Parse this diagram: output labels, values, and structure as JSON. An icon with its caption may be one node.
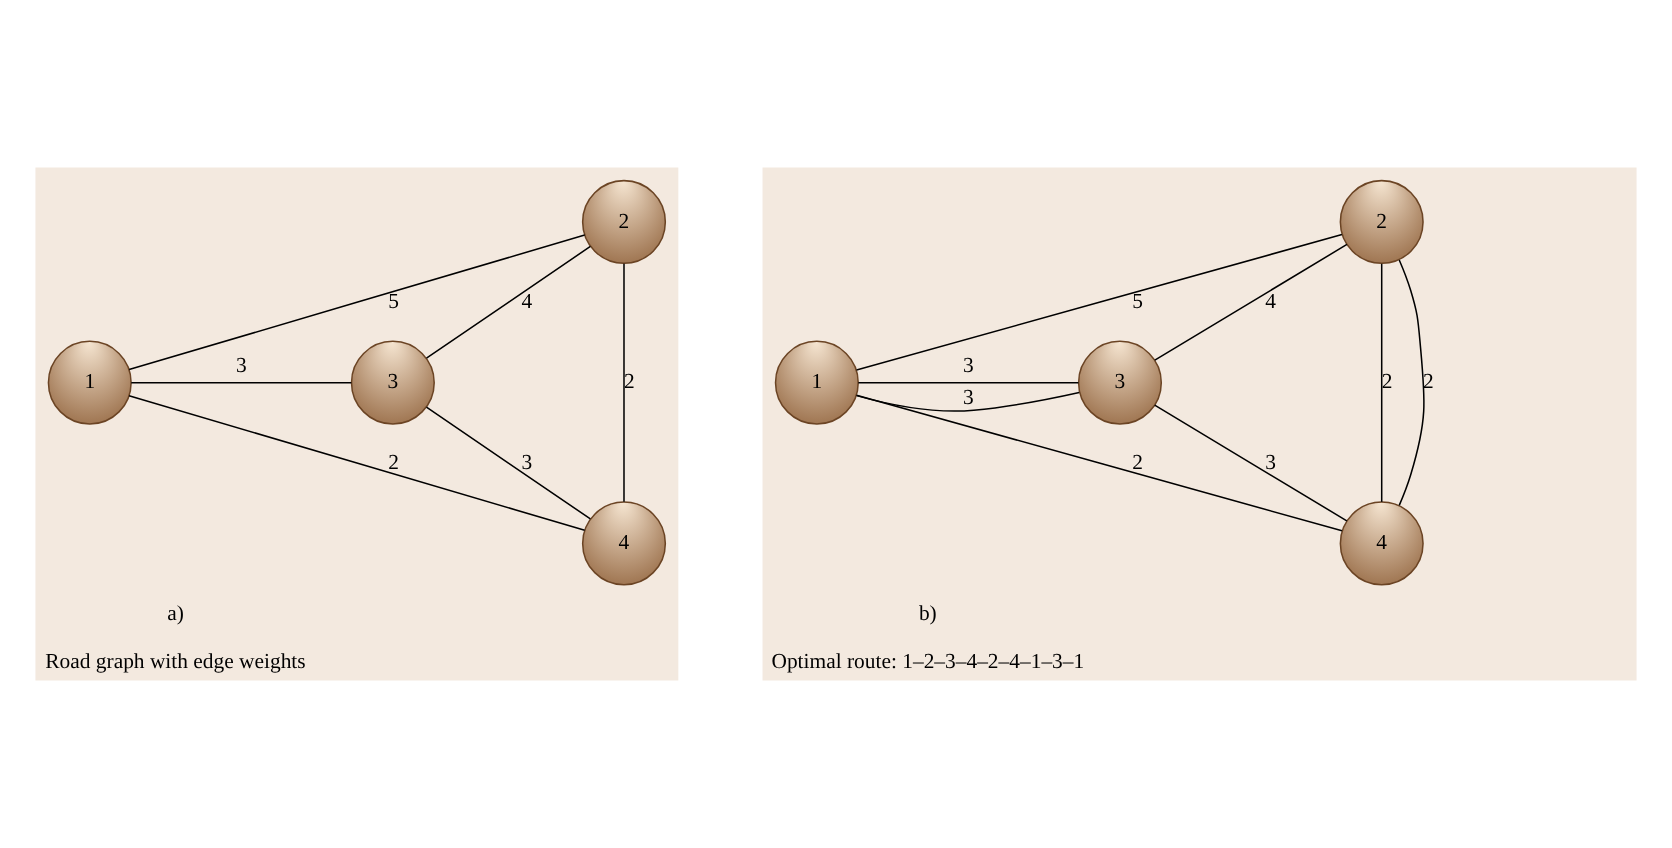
{
  "diagram": {
    "nodes": [
      {
        "text": [
          "a)",
          "Road graph with edge weights"
        ]
      },
      {
        "text": [
          "1"
        ],
        "in": 0
      },
      {
        "text": [
          "2"
        ],
        "in": 0
      },
      {
        "text": [
          "3"
        ],
        "in": 0
      },
      {
        "text": [
          "4"
        ],
        "in": 0
      },
      {
        "text": [
          "b)",
          "Optimal route: 1–2–3–4–2–4–1–3–1"
        ]
      },
      {
        "text": [
          "1"
        ],
        "in": 5
      },
      {
        "text": [
          "2"
        ],
        "in": 5
      },
      {
        "text": [
          "3"
        ],
        "in": 5
      },
      {
        "text": [
          "4"
        ],
        "in": 5
      }
    ],
    "edges": [
      {
        "from": 1,
        "to": 2,
        "arrow": "none",
        "label": "5"
      },
      {
        "from": 2,
        "to": 3,
        "arrow": "none",
        "label": "4"
      },
      {
        "from": 1,
        "to": 3,
        "arrow": "none",
        "label": "3"
      },
      {
        "from": 2,
        "to": 4,
        "arrow": "none",
        "label": "2"
      },
      {
        "from": 1,
        "to": 4,
        "arrow": "none",
        "label": "2"
      },
      {
        "from": 4,
        "to": 3,
        "arrow": "none",
        "label": "3"
      },
      {
        "from": 6,
        "to": 7,
        "arrow": "none",
        "label": "5"
      },
      {
        "from": 7,
        "to": 8,
        "arrow": "none",
        "label": "4"
      },
      {
        "from": 6,
        "to": 8,
        "arrow": "none",
        "label": "3"
      },
      {
        "from": 6,
        "to": 8,
        "arrow": "none",
        "label": "3"
      },
      {
        "from": 7,
        "to": 9,
        "arrow": "none",
        "label": "2"
      },
      {
        "from": 7,
        "to": 9,
        "arrow": "none",
        "label": "2"
      },
      {
        "from": 6,
        "to": 9,
        "arrow": "none",
        "label": "2"
      },
      {
        "from": 9,
        "to": 8,
        "arrow": "none",
        "label": "3"
      }
    ]
  }
}
